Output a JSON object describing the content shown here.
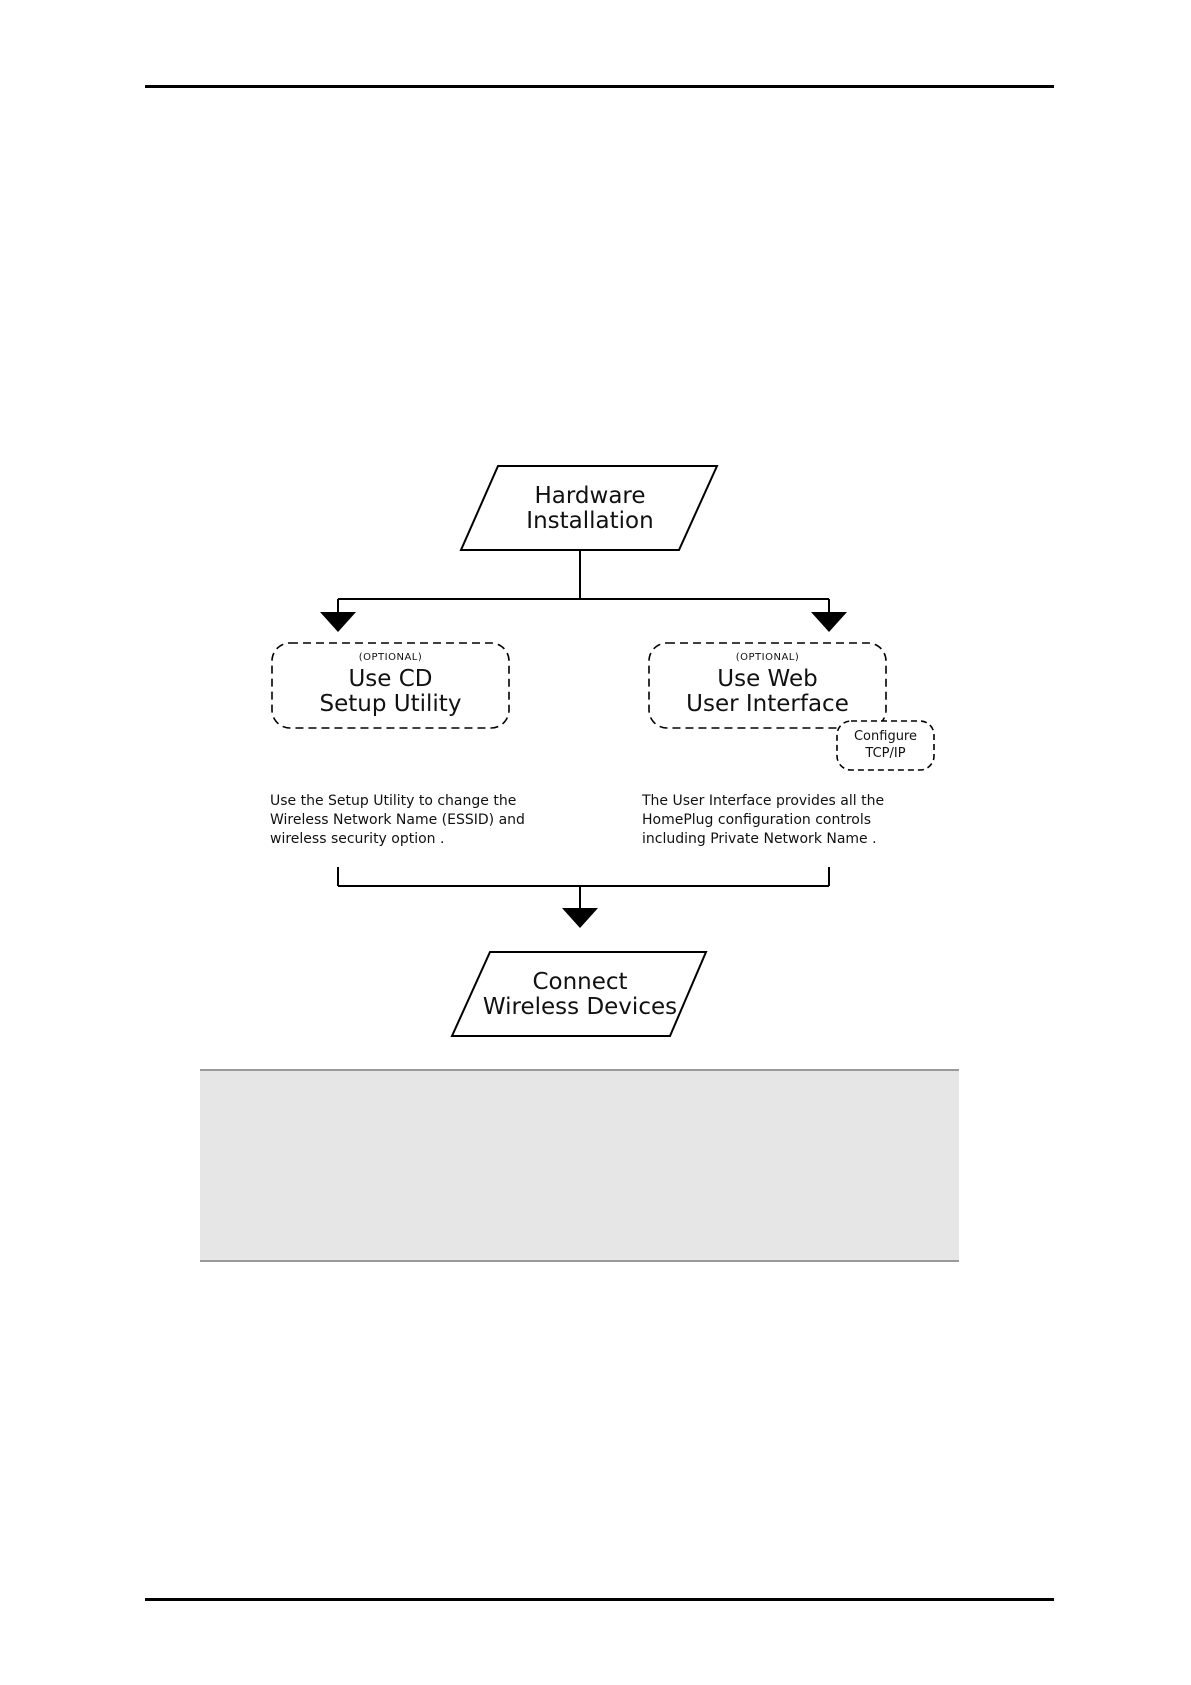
{
  "diagram": {
    "start": {
      "line1": "Hardware",
      "line2": "Installation"
    },
    "left_option": {
      "tag": "(OPTIONAL)",
      "line1": "Use CD",
      "line2": "Setup Utility"
    },
    "right_option": {
      "tag": "(OPTIONAL)",
      "line1": "Use Web",
      "line2": "User Interface"
    },
    "right_sub": {
      "line1": "Configure",
      "line2": "TCP/IP"
    },
    "left_desc": "Use the Setup Utility to change the\nWireless Network Name (ESSID) and\nwireless security option .",
    "right_desc": "The User Interface provides all the\nHomePlug configuration controls\nincluding Private Network Name .",
    "end": {
      "line1": "Connect",
      "line2": "Wireless Devices"
    }
  }
}
